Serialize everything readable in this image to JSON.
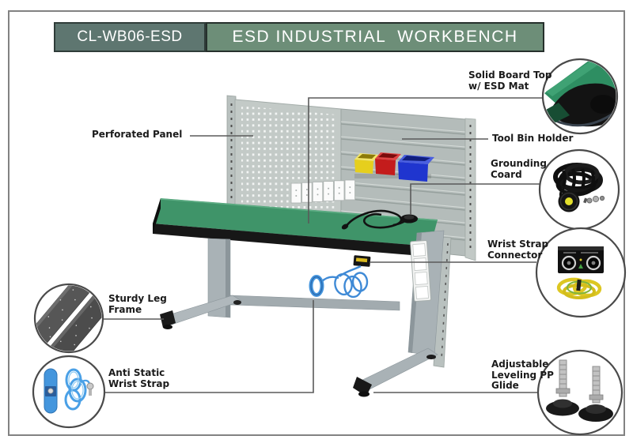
{
  "header": {
    "model": "CL-WB06-ESD",
    "title": "ESD INDUSTRIAL  WORKBENCH"
  },
  "callouts": [
    {
      "name": "solid-board-top",
      "lines": [
        "Solid Board Top",
        "w/ ESD Mat"
      ]
    },
    {
      "name": "perforated-panel",
      "lines": [
        "Perforated Panel"
      ]
    },
    {
      "name": "tool-bin-holder",
      "lines": [
        "Tool Bin Holder"
      ]
    },
    {
      "name": "grounding-coard",
      "lines": [
        "Grounding",
        "Coard"
      ]
    },
    {
      "name": "wrist-strap-connector",
      "lines": [
        "Wrist Strap",
        "Connector"
      ]
    },
    {
      "name": "sturdy-leg-frame",
      "lines": [
        "Sturdy Leg",
        "Frame"
      ]
    },
    {
      "name": "anti-static-wrist-strap",
      "lines": [
        "Anti Static",
        "Wrist Strap"
      ]
    },
    {
      "name": "adjustable-leveling-pp-glide",
      "lines": [
        "Adjustable",
        "Leveling PP",
        "Glide"
      ]
    }
  ],
  "palette": {
    "model_box_bg": "#5e7670",
    "title_box_bg": "#6d8e78",
    "header_text": "#ffffff",
    "outer_border": "#828282",
    "bench_top_green": "#3f9469",
    "bench_edge_black": "#171717",
    "panel_gray": "#c3cac7",
    "leg_gray": "#a9b2b6",
    "bin_yellow": "#e6cf1d",
    "bin_red": "#c41c1c",
    "bin_blue": "#1f35cf",
    "wrist_strap_blue": "#4496dd",
    "connector_cord_yellow": "#ddc722",
    "esd_mat_green": "#2e8e62"
  }
}
